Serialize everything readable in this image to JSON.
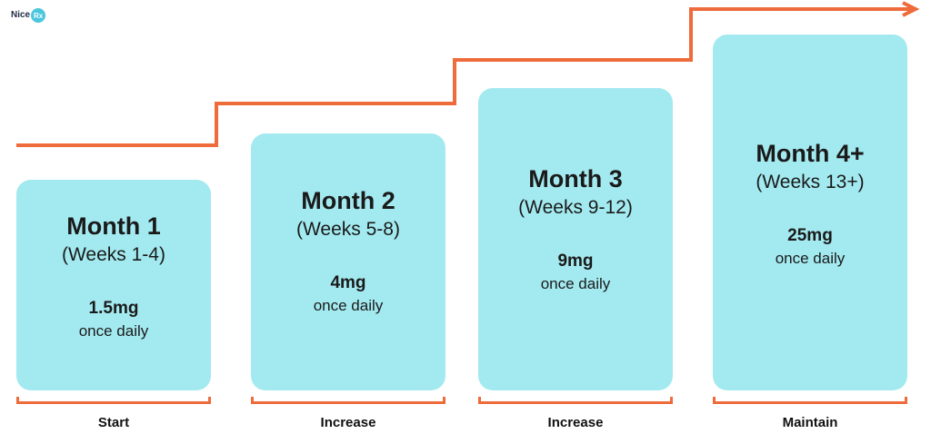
{
  "logo": {
    "text": "Nice",
    "badge": "Rx"
  },
  "colors": {
    "card": "#a3eaf0",
    "line": "#ee6b3b",
    "text": "#1a1a1a"
  },
  "arrow_icon": "arrow-right-icon",
  "steps": [
    {
      "month": "Month 1",
      "weeks": "(Weeks 1-4)",
      "dose": "1.5mg",
      "frequency": "once daily",
      "stage": "Start"
    },
    {
      "month": "Month 2",
      "weeks": "(Weeks 5-8)",
      "dose": "4mg",
      "frequency": "once daily",
      "stage": "Increase"
    },
    {
      "month": "Month 3",
      "weeks": "(Weeks 9-12)",
      "dose": "9mg",
      "frequency": "once daily",
      "stage": "Increase"
    },
    {
      "month": "Month 4+",
      "weeks": "(Weeks 13+)",
      "dose": "25mg",
      "frequency": "once daily",
      "stage": "Maintain"
    }
  ]
}
